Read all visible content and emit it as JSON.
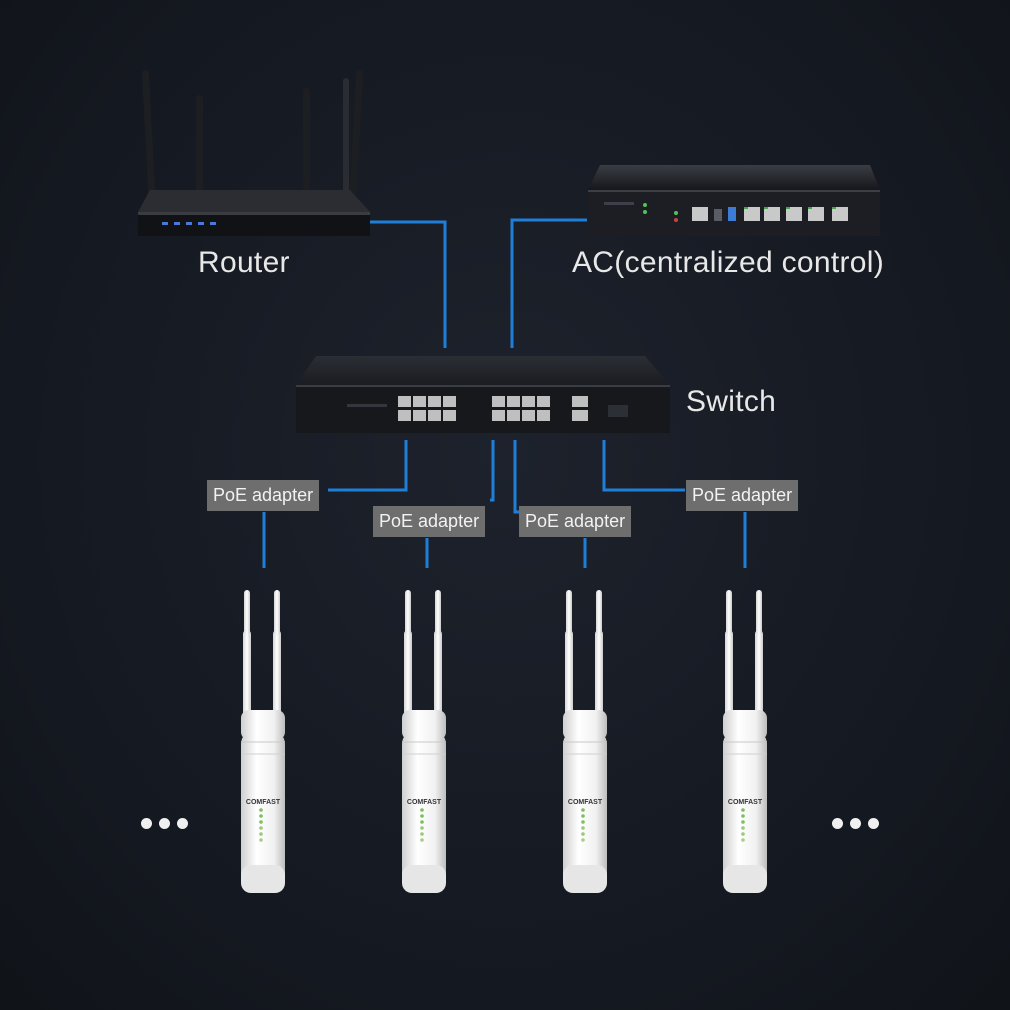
{
  "labels": {
    "router": "Router",
    "ac": "AC(centralized control)",
    "switch": "Switch"
  },
  "poe_adapters": [
    {
      "label": "PoE adapter"
    },
    {
      "label": "PoE adapter"
    },
    {
      "label": "PoE adapter"
    },
    {
      "label": "PoE adapter"
    }
  ],
  "access_points": [
    {
      "brand": "COMFAST"
    },
    {
      "brand": "COMFAST"
    },
    {
      "brand": "COMFAST"
    },
    {
      "brand": "COMFAST"
    }
  ],
  "colors": {
    "background": "#161a22",
    "cable": "#1f7fd8",
    "label_box": "#6e6e6e",
    "text": "#e8e8e8"
  }
}
